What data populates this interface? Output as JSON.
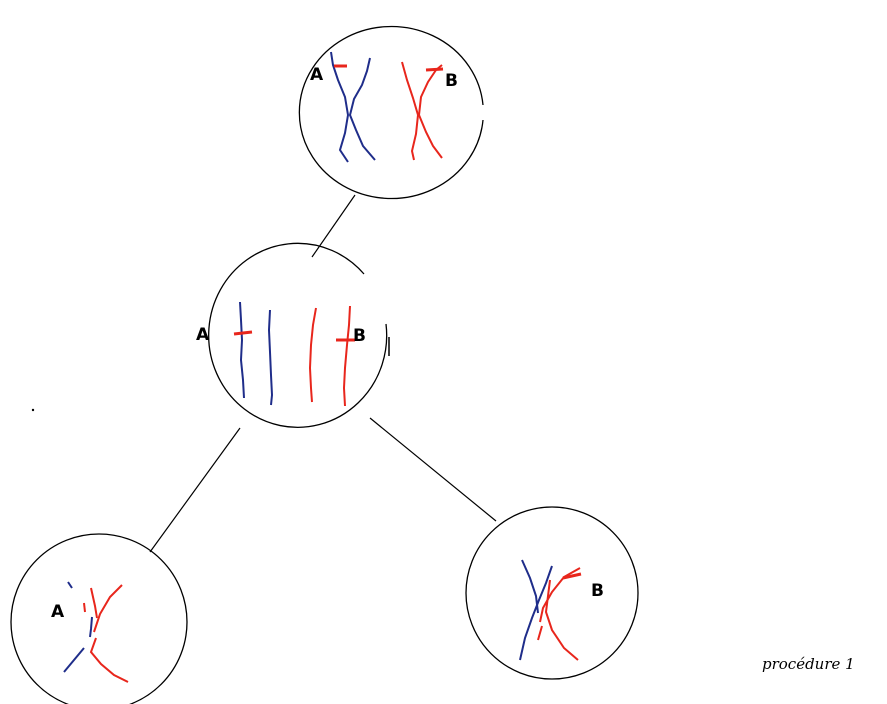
{
  "labels": {
    "top_a": "A",
    "top_b": "B",
    "middle_a": "A",
    "middle_b": "B",
    "bottom_left_a": "A",
    "bottom_right_b": "B"
  },
  "caption": "procédure 1",
  "colors": {
    "chromatid_a": "#1f2d8a",
    "chromatid_b": "#e8261c",
    "marker": "#e8261c",
    "outline": "#000000"
  }
}
